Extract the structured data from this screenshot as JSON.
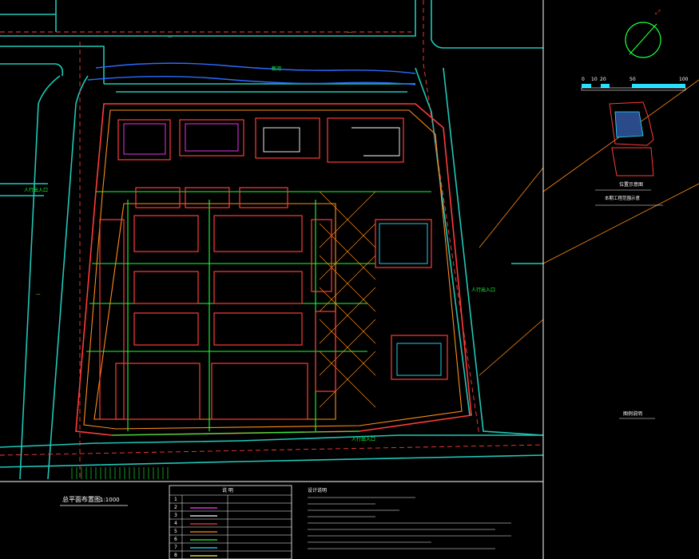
{
  "drawing": {
    "title": "总平面布置图",
    "scale": "1:1000"
  },
  "scale_bar": {
    "ticks": [
      "0",
      "10",
      "20",
      "50",
      "100"
    ]
  },
  "legend": {
    "heading": "说 明",
    "numbers": [
      "1",
      "2",
      "3",
      "4",
      "5",
      "6",
      "7",
      "8"
    ]
  },
  "notes": {
    "heading": "设计说明"
  },
  "site_labels": {
    "river": "新河",
    "entrance_left": "人行出入口",
    "entrance_bottom": "人行出入口",
    "entrance_right": "人行出入口"
  },
  "right_panel": {
    "key_plan_caption": "位置示意图",
    "key_plan_sub": "本期工程范围示意",
    "sign": "图例说明"
  },
  "colors": {
    "background": "#000000",
    "road": "#21c7b8",
    "building": "#ff3b3b",
    "landscape": "#ff8c1a",
    "plaza": "#18ff3a",
    "text_yellow": "#ffff4d",
    "text_white": "#ffffff",
    "magenta": "#ff3bff",
    "cyan": "#27e0ff"
  }
}
